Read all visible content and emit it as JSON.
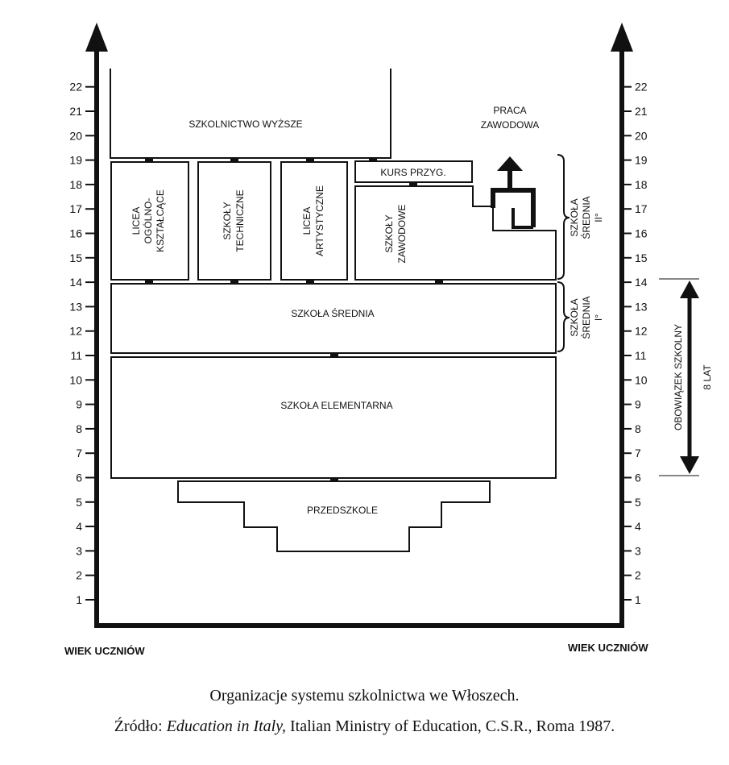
{
  "axis": {
    "ticks": [
      "1",
      "2",
      "3",
      "4",
      "5",
      "6",
      "7",
      "8",
      "9",
      "10",
      "11",
      "12",
      "13",
      "14",
      "15",
      "16",
      "17",
      "18",
      "19",
      "20",
      "21",
      "22"
    ],
    "left_label": "WIEK UCZNIÓW",
    "right_label": "WIEK UCZNIÓW"
  },
  "boxes": {
    "higher": "SZKOLNICTWO WYŻSZE",
    "licea_ogolno": [
      "LICEA",
      "OGÓLNO-",
      "KSZTAŁCĄCE"
    ],
    "szkoly_tech": [
      "SZKOŁY",
      "TECHNICZNE"
    ],
    "licea_art": [
      "LICEA",
      "ARTYSTYCZNE"
    ],
    "kurs": "KURS PRZYG.",
    "szkoly_zaw": [
      "SZKOŁY",
      "ZAWODOWE"
    ],
    "srednia": "SZKOŁA ŚREDNIA",
    "elementarna": "SZKOŁA ELEMENTARNA",
    "przedszkole": "PRZEDSZKOLE"
  },
  "praca": [
    "PRACA",
    "ZAWODOWA"
  ],
  "brackets": {
    "upper": [
      "SZKOŁA",
      "ŚREDNIA",
      "II°"
    ],
    "lower": [
      "SZKOŁA",
      "ŚREDNIA",
      "I°"
    ]
  },
  "obowiazek": {
    "label": "OBOWIĄZEK SZKOLNY",
    "years": "8 LAT"
  },
  "caption": {
    "title": "Organizacje systemu szkolnictwa we Włoszech.",
    "source_prefix": "Źródło: ",
    "source_title": "Education in Italy,",
    "source_rest": " Italian Ministry of Education, C.S.R., Roma 1987."
  }
}
